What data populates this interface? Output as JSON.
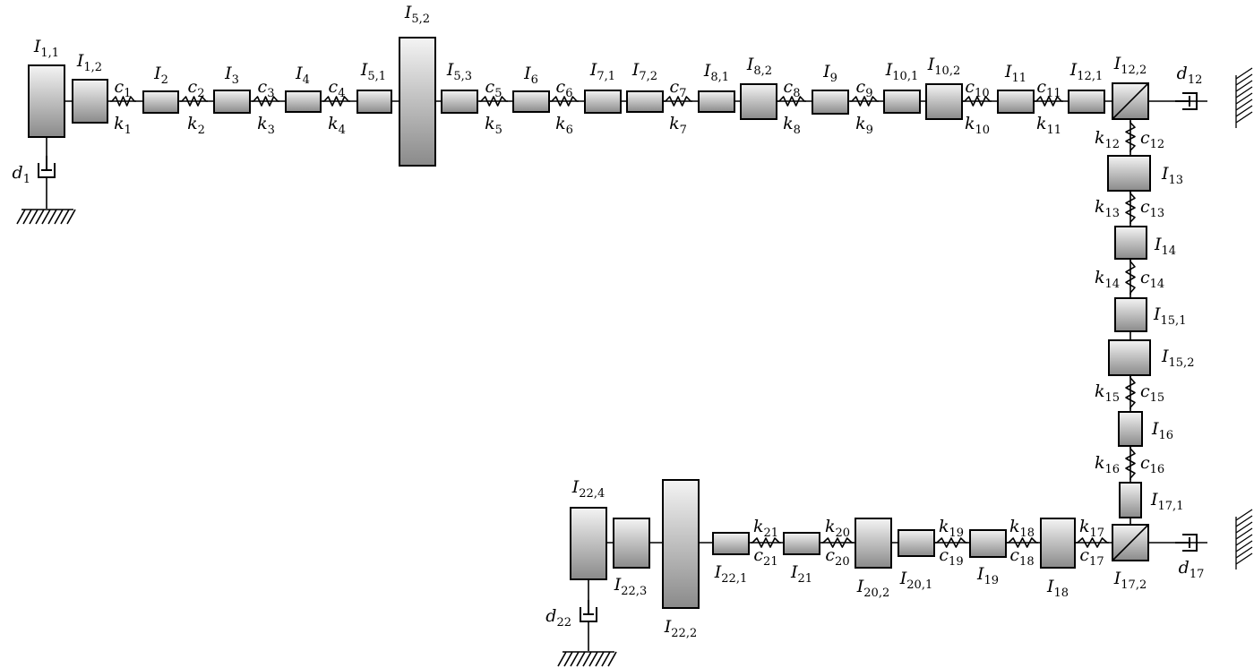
{
  "inertias": [
    {
      "id": "I1_1",
      "label": "I",
      "sub": "1,1"
    },
    {
      "id": "I1_2",
      "label": "I",
      "sub": "1,2"
    },
    {
      "id": "I2",
      "label": "I",
      "sub": "2"
    },
    {
      "id": "I3",
      "label": "I",
      "sub": "3"
    },
    {
      "id": "I4",
      "label": "I",
      "sub": "4"
    },
    {
      "id": "I5_1",
      "label": "I",
      "sub": "5,1"
    },
    {
      "id": "I5_2",
      "label": "I",
      "sub": "5,2"
    },
    {
      "id": "I5_3",
      "label": "I",
      "sub": "5,3"
    },
    {
      "id": "I6",
      "label": "I",
      "sub": "6"
    },
    {
      "id": "I7_1",
      "label": "I",
      "sub": "7,1"
    },
    {
      "id": "I7_2",
      "label": "I",
      "sub": "7,2"
    },
    {
      "id": "I8_1",
      "label": "I",
      "sub": "8,1"
    },
    {
      "id": "I8_2",
      "label": "I",
      "sub": "8,2"
    },
    {
      "id": "I9",
      "label": "I",
      "sub": "9"
    },
    {
      "id": "I10_1",
      "label": "I",
      "sub": "10,1"
    },
    {
      "id": "I10_2",
      "label": "I",
      "sub": "10,2"
    },
    {
      "id": "I11",
      "label": "I",
      "sub": "11"
    },
    {
      "id": "I12_1",
      "label": "I",
      "sub": "12,1"
    },
    {
      "id": "I12_2",
      "label": "I",
      "sub": "12,2"
    },
    {
      "id": "I13",
      "label": "I",
      "sub": "13"
    },
    {
      "id": "I14",
      "label": "I",
      "sub": "14"
    },
    {
      "id": "I15_1",
      "label": "I",
      "sub": "15,1"
    },
    {
      "id": "I15_2",
      "label": "I",
      "sub": "15,2"
    },
    {
      "id": "I16",
      "label": "I",
      "sub": "16"
    },
    {
      "id": "I17_1",
      "label": "I",
      "sub": "17,1"
    },
    {
      "id": "I17_2",
      "label": "I",
      "sub": "17,2"
    },
    {
      "id": "I18",
      "label": "I",
      "sub": "18"
    },
    {
      "id": "I19",
      "label": "I",
      "sub": "19"
    },
    {
      "id": "I20_1",
      "label": "I",
      "sub": "20,1"
    },
    {
      "id": "I20_2",
      "label": "I",
      "sub": "20,2"
    },
    {
      "id": "I21",
      "label": "I",
      "sub": "21"
    },
    {
      "id": "I22_1",
      "label": "I",
      "sub": "22,1"
    },
    {
      "id": "I22_2",
      "label": "I",
      "sub": "22,2"
    },
    {
      "id": "I22_3",
      "label": "I",
      "sub": "22,3"
    },
    {
      "id": "I22_4",
      "label": "I",
      "sub": "22,4"
    }
  ],
  "couplings": [
    {
      "k": "k",
      "c": "c",
      "sub": "1"
    },
    {
      "k": "k",
      "c": "c",
      "sub": "2"
    },
    {
      "k": "k",
      "c": "c",
      "sub": "3"
    },
    {
      "k": "k",
      "c": "c",
      "sub": "4"
    },
    {
      "k": "k",
      "c": "c",
      "sub": "5"
    },
    {
      "k": "k",
      "c": "c",
      "sub": "6"
    },
    {
      "k": "k",
      "c": "c",
      "sub": "7"
    },
    {
      "k": "k",
      "c": "c",
      "sub": "8"
    },
    {
      "k": "k",
      "c": "c",
      "sub": "9"
    },
    {
      "k": "k",
      "c": "c",
      "sub": "10"
    },
    {
      "k": "k",
      "c": "c",
      "sub": "11"
    },
    {
      "k": "k",
      "c": "c",
      "sub": "12"
    },
    {
      "k": "k",
      "c": "c",
      "sub": "13"
    },
    {
      "k": "k",
      "c": "c",
      "sub": "14"
    },
    {
      "k": "k",
      "c": "c",
      "sub": "15"
    },
    {
      "k": "k",
      "c": "c",
      "sub": "16"
    },
    {
      "k": "k",
      "c": "c",
      "sub": "17"
    },
    {
      "k": "k",
      "c": "c",
      "sub": "18"
    },
    {
      "k": "k",
      "c": "c",
      "sub": "19"
    },
    {
      "k": "k",
      "c": "c",
      "sub": "20"
    },
    {
      "k": "k",
      "c": "c",
      "sub": "21"
    }
  ],
  "dampers": [
    {
      "id": "d1",
      "label": "d",
      "sub": "1"
    },
    {
      "id": "d12",
      "label": "d",
      "sub": "12"
    },
    {
      "id": "d17",
      "label": "d",
      "sub": "17"
    },
    {
      "id": "d22",
      "label": "d",
      "sub": "22"
    }
  ]
}
